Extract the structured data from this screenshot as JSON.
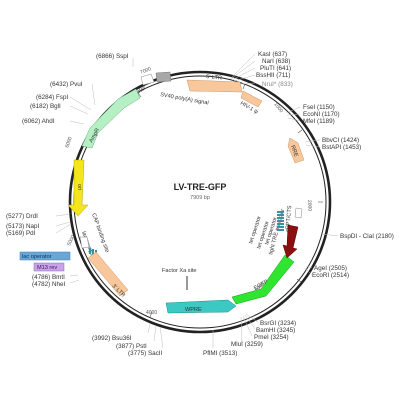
{
  "plasmid": {
    "name": "LV-TRE-GFP",
    "size": "7909 bp"
  },
  "ticks": [
    "1000",
    "2000",
    "3000",
    "4000",
    "5000",
    "6000",
    "7000"
  ],
  "sites": {
    "kasi": "KasI",
    "kasi_pos": "(637)",
    "nari": "NarI",
    "nari_pos": "(638)",
    "phuti": "PluTI",
    "phuti_pos": "(641)",
    "bsshii": "BssHII",
    "bsshii_pos": "(711)",
    "nrui": "NruI*",
    "nrui_pos": "(833)",
    "fsei": "FseI",
    "fsei_pos": "(1150)",
    "econi": "EcoNI",
    "econi_pos": "(1170)",
    "mfei": "MfeI",
    "mfei_pos": "(1189)",
    "bbvci": "BbvCI",
    "bbvci_pos": "(1424)",
    "bstapi": "BstAPI",
    "bstapi_pos": "(1453)",
    "bspdi": "BspDI - ClaI",
    "bspdi_pos": "(2180)",
    "agei": "AgeI",
    "agei_pos": "(2505)",
    "ecori": "EcoRI",
    "ecori_pos": "(2514)",
    "bsrgi": "BsrGI",
    "bsrgi_pos": "(3234)",
    "bamhi": "BamHI",
    "bamhi_pos": "(3245)",
    "pmei": "PmeI",
    "pmei_pos": "(3254)",
    "mlui": "MluI",
    "mlui_pos": "(3259)",
    "pfmi": "PflMI",
    "pfmi_pos": "(3513)",
    "sacii": "SacII",
    "sacii_pos": "(3775)",
    "psti": "PstI",
    "psti_pos": "(3877)",
    "bsu36i": "Bsu36I",
    "bsu36i_pos": "(3992)",
    "nhei": "NheI",
    "nhei_pos": "(4782)",
    "bmti": "BmtI",
    "bmti_pos": "(4786)",
    "pdi": "PdI",
    "pdi_pos": "(5169)",
    "napi": "NapI",
    "napi_pos": "(5173)",
    "drdi": "DrdI",
    "drdi_pos": "(5277)",
    "ahdi": "AhdI",
    "ahdi_pos": "(6062)",
    "bgli": "BglI",
    "bgli_pos": "(6182)",
    "fspi": "FspI",
    "fspi_pos": "(6284)",
    "pvui": "PvuI",
    "pvui_pos": "(6432)",
    "sspi": "SspI",
    "sspi_pos": "(6866)"
  },
  "features": {
    "ltr5": "5' LTR",
    "hiv1": "HIV-1 ψ",
    "rre": "RRE",
    "cppt": "cPPT/CTS",
    "tight_tre": "tight TRE promoter",
    "tet_operator": "tet operator",
    "tet_operator2": "tet operator",
    "tet_operator3": "tet operator",
    "egfp": "EGFP",
    "wpre": "WPRE",
    "ltr3": "3' LTR",
    "factor_xa": "Factor Xa site",
    "cap": "CAP binding site",
    "lac_promoter": "lac promoter",
    "lac_operator": "lac operator",
    "m13_rev": "M13 rev",
    "ori": "ori",
    "ampr": "AmpR",
    "ampr_promoter": "AmpR promoter",
    "sv40": "SV40 poly(A) signal"
  },
  "colors": {
    "ltr": "#f8c79b",
    "rre": "#f8c79b",
    "ampr": "#b5f0c4",
    "ori": "#f5e51e",
    "egfp": "#2fe52f",
    "wpre": "#3cc9c4",
    "tre": "#8b0f0f",
    "operator": "#3b8fa3",
    "sv40": "#a8a8a8",
    "lac_operator_box": "#6aa7d6",
    "m13_box": "#c8a3e8"
  }
}
